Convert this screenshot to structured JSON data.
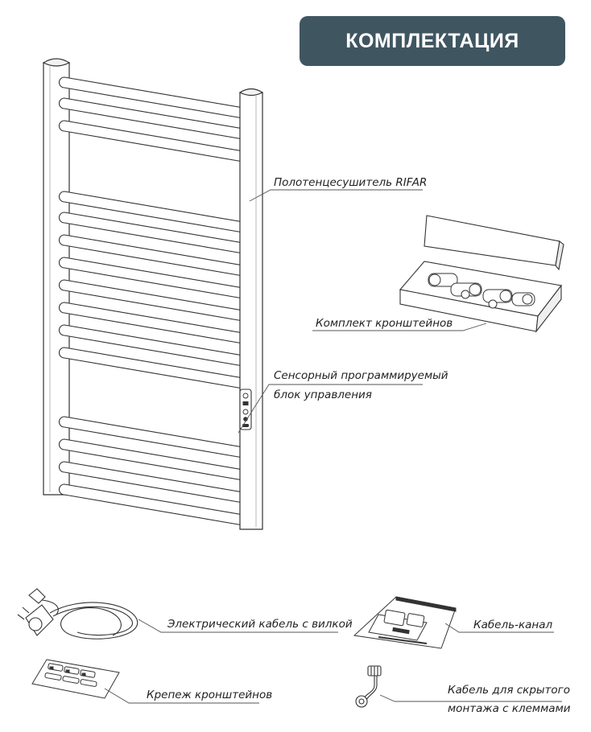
{
  "header": {
    "title": "КОМПЛЕКТАЦИЯ",
    "background": "#3f5661"
  },
  "labels": {
    "towel_warmer": "Полотенцесушитель RIFAR",
    "bracket_kit": "Комплект кронштейнов",
    "control_line1": "Сенсорный программируемый",
    "control_line2": "блок управления",
    "cable_plug": "Электрический кабель с вилкой",
    "cable_channel": "Кабель-канал",
    "bracket_fasteners": "Крепеж кронштейнов",
    "hidden_cable_line1": "Кабель для скрытого",
    "hidden_cable_line2": "монтажа с клеммами"
  },
  "icons": [
    "towel-warmer-icon",
    "bracket-kit-box-icon",
    "control-unit-icon",
    "power-cable-plug-icon",
    "cable-channel-icon",
    "fastener-pack-icon",
    "hidden-cable-terminal-icon"
  ]
}
